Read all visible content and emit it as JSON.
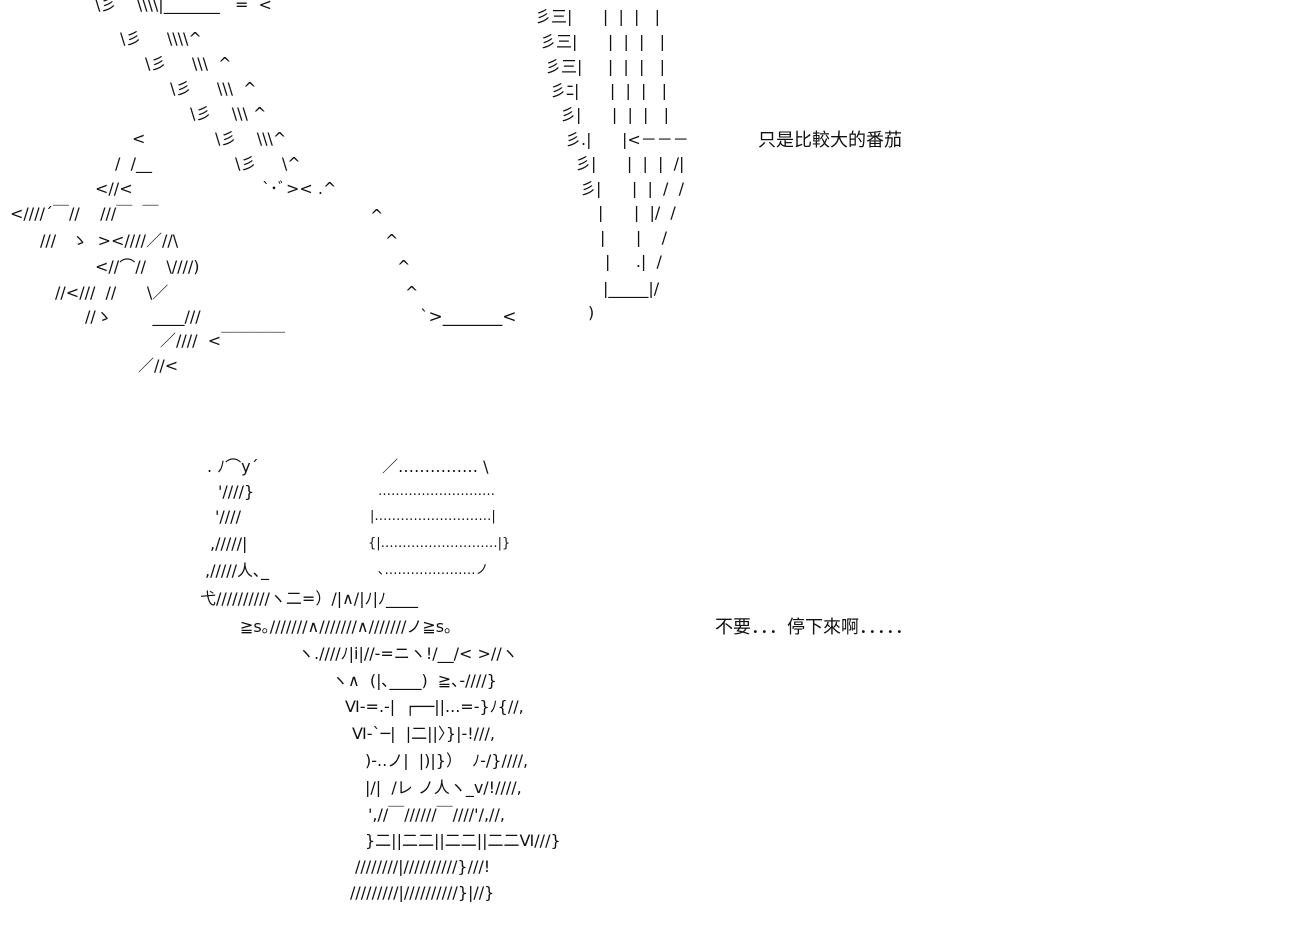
{
  "captions": {
    "tomato_label": "只是比較大的番茄",
    "stop_line": "不要．．．停下來啊．．．．．"
  },
  "art": {
    "top_left": [
      "\\彡    \\\\\\\\|_______   =  <´",
      "\\彡     \\\\\\\\^",
      "\\彡     \\\\\\  ^",
      "\\彡     \\\\\\  ^",
      "\\彡    \\\\\\ ^",
      "<",
      "\\彡    \\\\\\^",
      "/  /__",
      "\\彡     \\^",
      "<//<",
      "`･ﾞ>< .^",
      "<////´￣//    ///￣  ￣",
      "///   ゝ  ><////／//\\",
      "<//⌒//    \\////)",
      "//<///  //      \\／",
      "//ゝ        ____///",
      "／////  <￣￣￣￣",
      "／//<",
      "^",
      "^",
      "^",
      "^",
      "`>_______<"
    ],
    "top_right": [
      "彡三|      |  |  |   |",
      "彡三|      |  |  |   |",
      "彡三|     |  |  |   |",
      "彡ﾆ|      |  |  |   |",
      "彡|      |  |  |   |",
      "彡.|      |<－－－",
      "彡|      |  |  |  /|",
      "彡|      |  |  /  /",
      "|      |  |/  /",
      "|      |    /",
      "|     .|  /",
      "|_____|/",
      ")"
    ],
    "bottom_left": [
      ". ﾉ⌒y´",
      "'////}",
      "'////",
      ",/////|",
      ",/////人､_",
      "弋//////////ヽ二=）/|∧/|ﾉ|ﾉ____",
      "≧s｡///////∧///////∧///////ノ≧s｡",
      "ヽ.////ﾉ|i|//-=ニヽ!/__/< >//ヽ",
      "ヽ∧  (|､____)  ≧､-////}",
      "Ⅵ-=.-|  ┌──||...=-}ﾉ{//,",
      "Ⅵ-`─|  |二||〉}|-!///,",
      ")-..ノ|  |)|}）  ﾉ-/}////,",
      "|/|  /レ ノ人ヽ_v/!////,",
      "',//￣//////￣////'/,//,",
      "}二||二二||二二||二二Ⅵ///}",
      "////////|//////////}///!",
      "/////////|//////////}|//}"
    ],
    "bottom_box": [
      "／…………… \\",
      "………………………",
      "|………………………|",
      "{|………………………|}",
      "､…………………ノ"
    ]
  }
}
